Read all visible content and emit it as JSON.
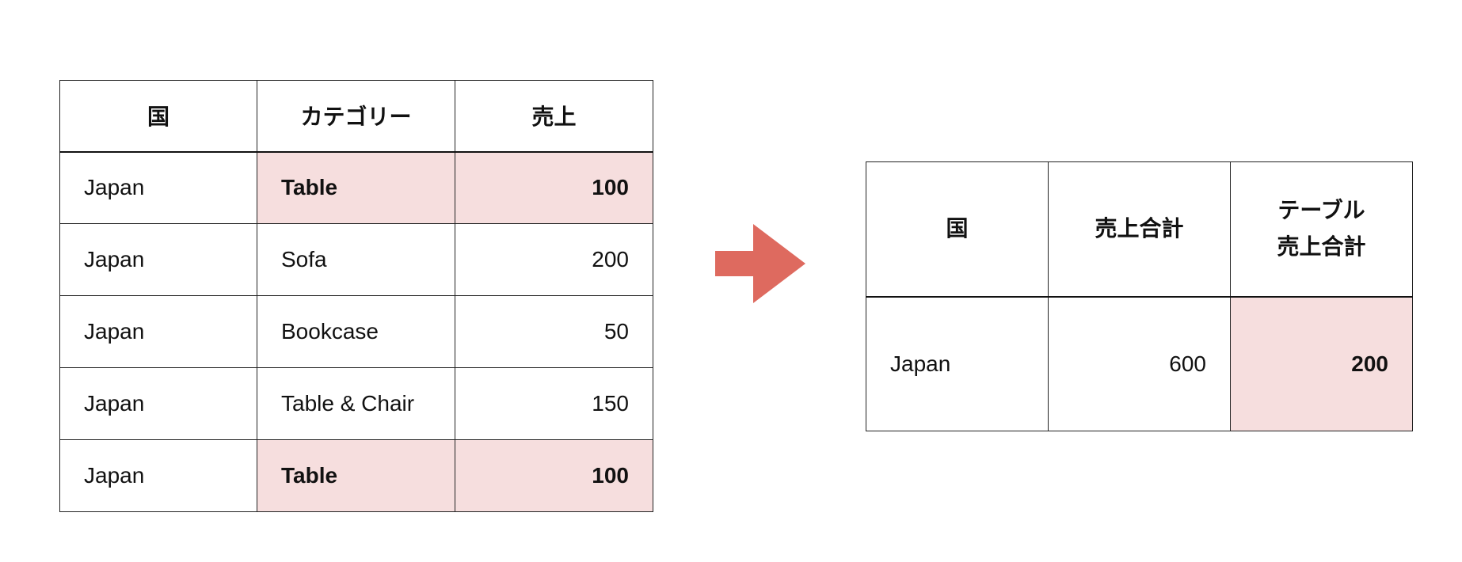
{
  "colors": {
    "highlight_fill": "#f6dede",
    "arrow": "#de6a5f",
    "border": "#222222"
  },
  "source_table": {
    "headers": [
      "国",
      "カテゴリー",
      "売上"
    ],
    "rows": [
      {
        "country": "Japan",
        "category": "Table",
        "sales": "100",
        "highlighted": true
      },
      {
        "country": "Japan",
        "category": "Sofa",
        "sales": "200",
        "highlighted": false
      },
      {
        "country": "Japan",
        "category": "Bookcase",
        "sales": "50",
        "highlighted": false
      },
      {
        "country": "Japan",
        "category": "Table & Chair",
        "sales": "150",
        "highlighted": false
      },
      {
        "country": "Japan",
        "category": "Table",
        "sales": "100",
        "highlighted": true
      }
    ]
  },
  "arrow": {
    "icon": "arrow-right-icon"
  },
  "summary_table": {
    "headers": {
      "country": "国",
      "total_sales": "売上合計",
      "table_sales_line1": "テーブル",
      "table_sales_line2": "売上合計"
    },
    "rows": [
      {
        "country": "Japan",
        "total_sales": "600",
        "table_sales": "200"
      }
    ]
  }
}
